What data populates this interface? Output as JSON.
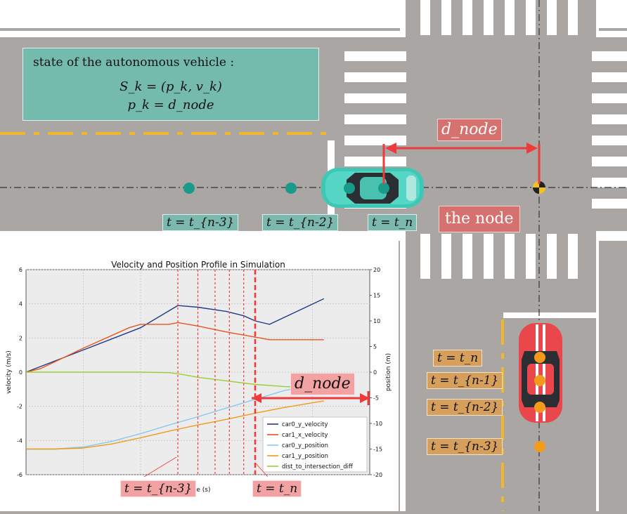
{
  "state_box": {
    "title": "state of the autonomous vehicle :",
    "eq1": "S_k = (p_k, v_k)",
    "eq2": "p_k = d_node"
  },
  "road_labels": {
    "t_n3": "t = t_{n-3}",
    "t_n2": "t = t_{n-2}",
    "t_n": "t = t_n"
  },
  "d_node_label": "d_node",
  "node_label": "the node",
  "right_labels": {
    "t_n": "t = t_n",
    "t_n1": "t = t_{n-1}",
    "t_n2": "t = t_{n-2}",
    "t_n3": "t = t_{n-3}"
  },
  "chart_labels": {
    "t_n3": "t = t_{n-3}",
    "t_n": "t = t_n",
    "d_node": "d_node"
  },
  "colors": {
    "road": "#a9a6a4",
    "teal_box": "#74bbad",
    "tan_label": "#d6a05c",
    "red_label": "#d5716f",
    "pink_label": "#f2a2a2",
    "arrow_red": "#ee3a3a",
    "lane_yellow": "#f3b62a"
  },
  "chart_data": {
    "type": "line",
    "title": "Velocity and Position Profile in Simulation",
    "xlabel": "time (s)",
    "ylabel": "velocity (m/s)",
    "y2label": "position (m)",
    "ylim": [
      -6,
      6
    ],
    "y2lim": [
      -20,
      20
    ],
    "xlim": [
      0,
      12
    ],
    "yticks": [
      "6",
      "4",
      "2",
      "0",
      "-2",
      "-4",
      "-6"
    ],
    "y2ticks": [
      "20",
      "15",
      "10",
      "5",
      "0",
      "-5",
      "-10",
      "-15",
      "-20"
    ],
    "grid": true,
    "legend_position": "bottom-right",
    "series": [
      {
        "name": "car0_y_velocity",
        "color": "#1f3a8a",
        "axis": "left",
        "x": [
          0,
          2,
          4,
          5.1,
          5.3,
          6,
          7,
          7.6,
          8,
          8.5,
          10.4
        ],
        "y": [
          0,
          1.3,
          2.6,
          3.7,
          3.9,
          3.8,
          3.55,
          3.3,
          3.0,
          2.8,
          4.3
        ]
      },
      {
        "name": "car1_x_velocity",
        "color": "#e8541c",
        "axis": "left",
        "x": [
          0,
          0.5,
          2,
          3.6,
          4,
          5,
          5.3,
          6,
          7,
          8,
          8.5,
          10.4
        ],
        "y": [
          0,
          0.2,
          1.4,
          2.6,
          2.8,
          2.8,
          2.9,
          2.7,
          2.35,
          2.05,
          1.9,
          1.9
        ]
      },
      {
        "name": "car0_y_position",
        "color": "#87c9ee",
        "axis": "right",
        "x": [
          0,
          1,
          2,
          3,
          4,
          5,
          6,
          7,
          8,
          9,
          10.4
        ],
        "y": [
          -15,
          -15,
          -14.6,
          -13.5,
          -12,
          -10.3,
          -8.7,
          -7,
          -5.3,
          -3.6,
          -2.2
        ]
      },
      {
        "name": "car1_y_position",
        "color": "#f19a1b",
        "axis": "right",
        "x": [
          0,
          1,
          2,
          3,
          4,
          5,
          6,
          7,
          8,
          9,
          10.4
        ],
        "y": [
          -15,
          -15,
          -14.8,
          -14,
          -12.8,
          -11.5,
          -10.3,
          -9.2,
          -8,
          -6.9,
          -5.6
        ]
      },
      {
        "name": "dist_to_intersection_diff",
        "color": "#9acd32",
        "axis": "right",
        "x": [
          0,
          4,
          5,
          5.5,
          6,
          7,
          8,
          9,
          10.4
        ],
        "y": [
          0,
          0,
          -0.1,
          -0.5,
          -1,
          -1.7,
          -2.4,
          -2.8,
          -3.1
        ]
      }
    ],
    "event_lines_x": [
      5.3,
      6.0,
      6.6,
      7.1,
      7.6,
      8.0
    ],
    "current_time_x": 8.0
  }
}
